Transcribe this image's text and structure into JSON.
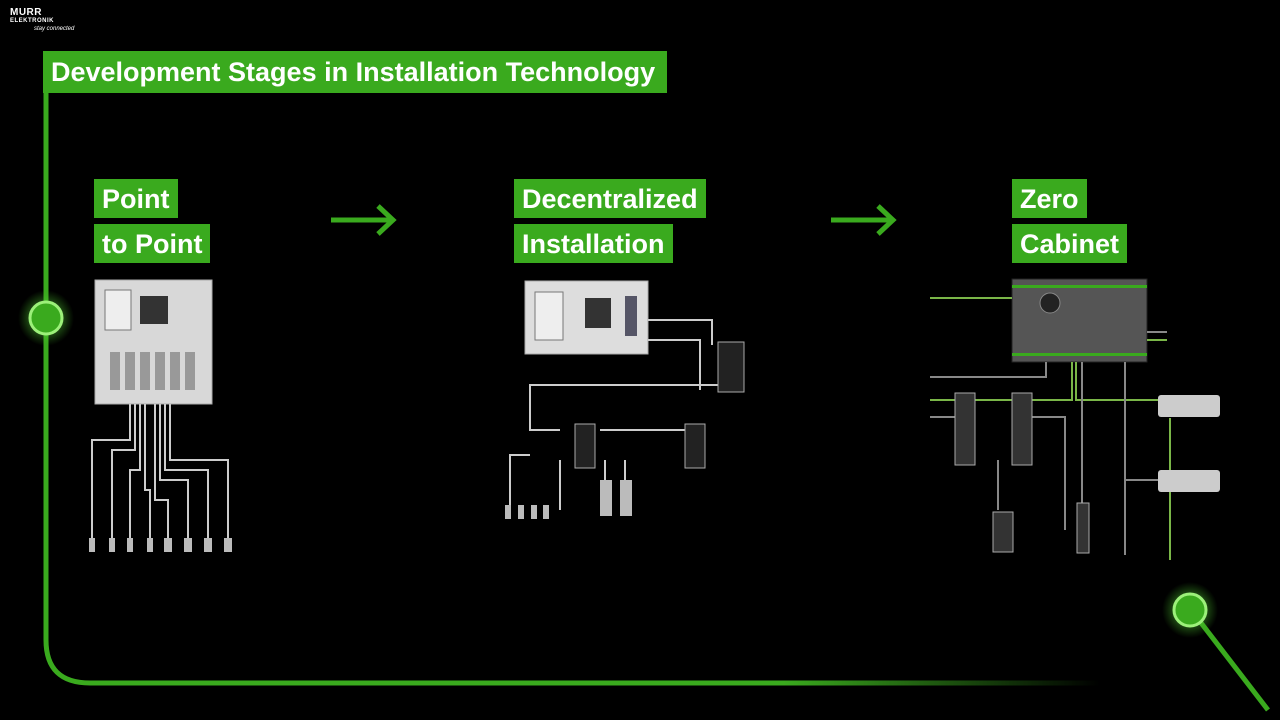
{
  "logo": {
    "brand": "MURR",
    "sub": "ELEKTRONIK",
    "tagline": "stay connected"
  },
  "title": "Development Stages in Installation Technology",
  "stages": [
    {
      "line1": "Point",
      "line2": "to Point"
    },
    {
      "line1": "Decentralized",
      "line2": "Installation"
    },
    {
      "line1": "Zero",
      "line2": "Cabinet"
    }
  ],
  "colors": {
    "accent": "#3aaa1e",
    "background": "#000000"
  }
}
